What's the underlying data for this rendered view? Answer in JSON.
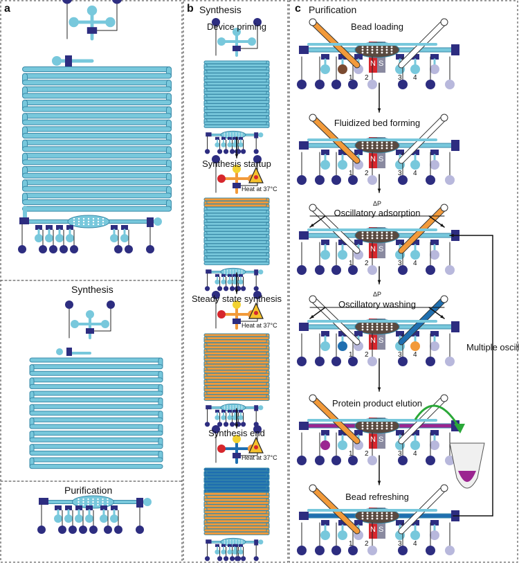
{
  "panels": {
    "a": {
      "letter": "a",
      "synthesis_title": "Synthesis",
      "purification_title": "Purification"
    },
    "b": {
      "letter": "b",
      "title": "Synthesis",
      "steps": [
        "Device priming",
        "Synthesis startup",
        "Steady state synthesis",
        "Synthesis end"
      ],
      "heat_label": "Heat at 37°C"
    },
    "c": {
      "letter": "c",
      "title": "Purification",
      "steps": [
        "Bead loading",
        "Fluidized bed forming",
        "Oscillatory adsorption",
        "Oscillatory washing",
        "Protein product elution",
        "Bead refreshing"
      ],
      "delta_p": "ΔP",
      "magnet_n": "N",
      "magnet_s": "S",
      "ports": [
        "1",
        "2",
        "3",
        "4"
      ],
      "loop_label": "Multiple oscillatory adsorption"
    }
  },
  "colors": {
    "channel": "#78c8dc",
    "channel_edge": "#3a8aa8",
    "valve": "#2d2d80",
    "orange": "#f29a3a",
    "blue": "#1f6fb0",
    "purple": "#9b2590",
    "red": "#d6262c",
    "grey_port": "#b8b8dc",
    "bead": "#5a4a40",
    "brown": "#7a4a30"
  }
}
